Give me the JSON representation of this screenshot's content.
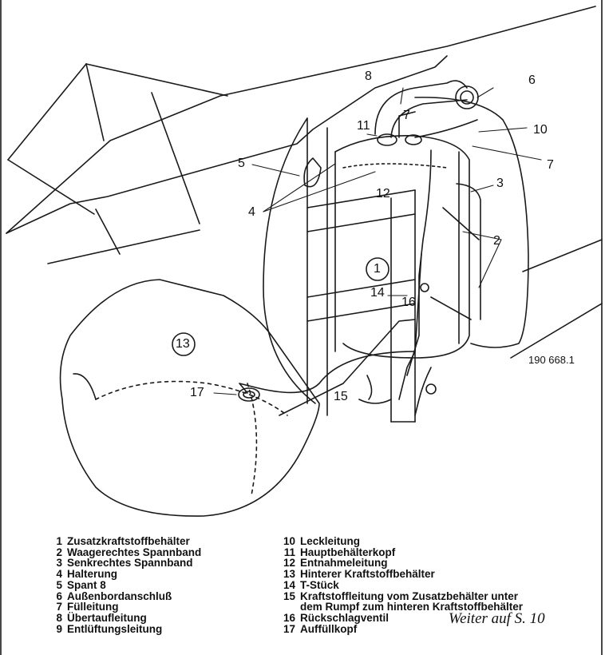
{
  "labels": {
    "l1": "1",
    "l2": "2",
    "l3": "3",
    "l4": "4",
    "l5": "5",
    "l6": "6",
    "l7": "7",
    "l8": "8",
    "l10": "10",
    "l11": "11",
    "l12": "12",
    "l13": "13",
    "l14": "14",
    "l15": "15",
    "l16": "16",
    "l17": "17"
  },
  "drawing_number": "190 668.1",
  "legend_left": [
    {
      "num": "1",
      "text": "Zusatzkraftstoffbehälter"
    },
    {
      "num": "2",
      "text": "Waagerechtes Spannband"
    },
    {
      "num": "3",
      "text": "Senkrechtes Spannband"
    },
    {
      "num": "4",
      "text": "Halterung"
    },
    {
      "num": "5",
      "text": "Spant 8"
    },
    {
      "num": "6",
      "text": "Außenbordanschluß"
    },
    {
      "num": "7",
      "text": "Fülleitung"
    },
    {
      "num": "8",
      "text": "Übertaufleitung"
    },
    {
      "num": "9",
      "text": "Entlüftungsleitung"
    }
  ],
  "legend_right": [
    {
      "num": "10",
      "text": "Leckleitung"
    },
    {
      "num": "11",
      "text": "Hauptbehälterkopf"
    },
    {
      "num": "12",
      "text": "Entnahmeleitung"
    },
    {
      "num": "13",
      "text": "Hinterer Kraftstoffbehälter"
    },
    {
      "num": "14",
      "text": "T-Stück"
    },
    {
      "num": "15",
      "text": "Kraftstoffleitung vom Zusatzbehälter unter",
      "cont": "dem Rumpf zum hinteren Kraftstoffbehälter"
    },
    {
      "num": "16",
      "text": "Rückschlagventil"
    },
    {
      "num": "17",
      "text": "Auffüllkopf"
    }
  ],
  "overlay_text": "Weiter auf S. 10"
}
